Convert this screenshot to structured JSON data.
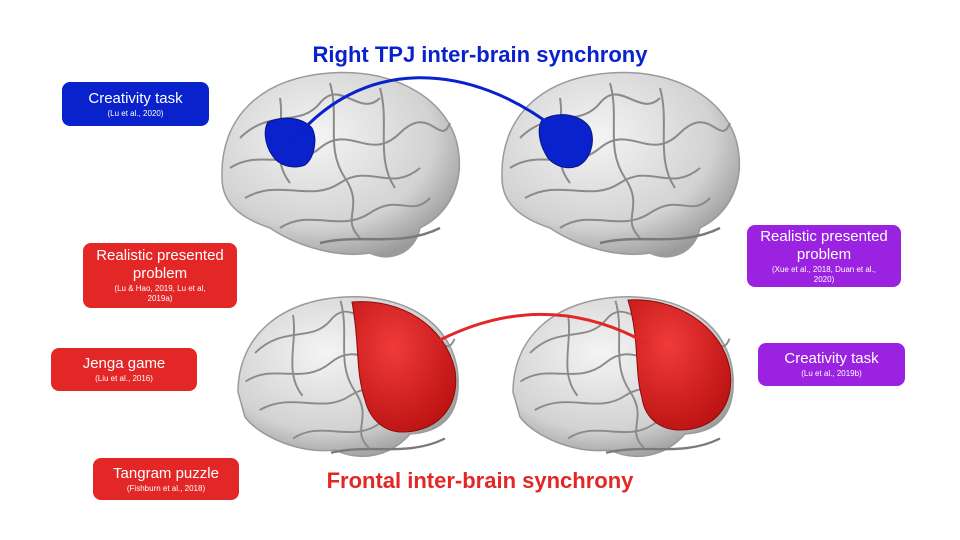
{
  "colors": {
    "blue": "#0a22cc",
    "red": "#e32626",
    "purple": "#9a22e0",
    "brain": "#dcdcdc",
    "brain_shadow": "#8f8f8f"
  },
  "titles": {
    "top": "Right TPJ inter-brain synchrony",
    "bottom": "Frontal inter-brain synchrony"
  },
  "labels": {
    "creativity_left": {
      "main": "Creativity task",
      "ref": "(Lu et al., 2020)"
    },
    "realistic_left": {
      "main": "Realistic presented problem",
      "ref": "(Lu &  Hao, 2019, Lu et al, 2019a)"
    },
    "jenga": {
      "main": "Jenga game",
      "ref": "(Liu et al., 2016)"
    },
    "tangram": {
      "main": "Tangram puzzle",
      "ref": "(Fishburn et al., 2018)"
    },
    "realistic_right": {
      "main": "Realistic presented problem",
      "ref": "(Xue et al., 2018, Duan et al., 2020)"
    },
    "creativity_right": {
      "main": "Creativity task",
      "ref": "(Lu et al., 2019b)"
    }
  }
}
